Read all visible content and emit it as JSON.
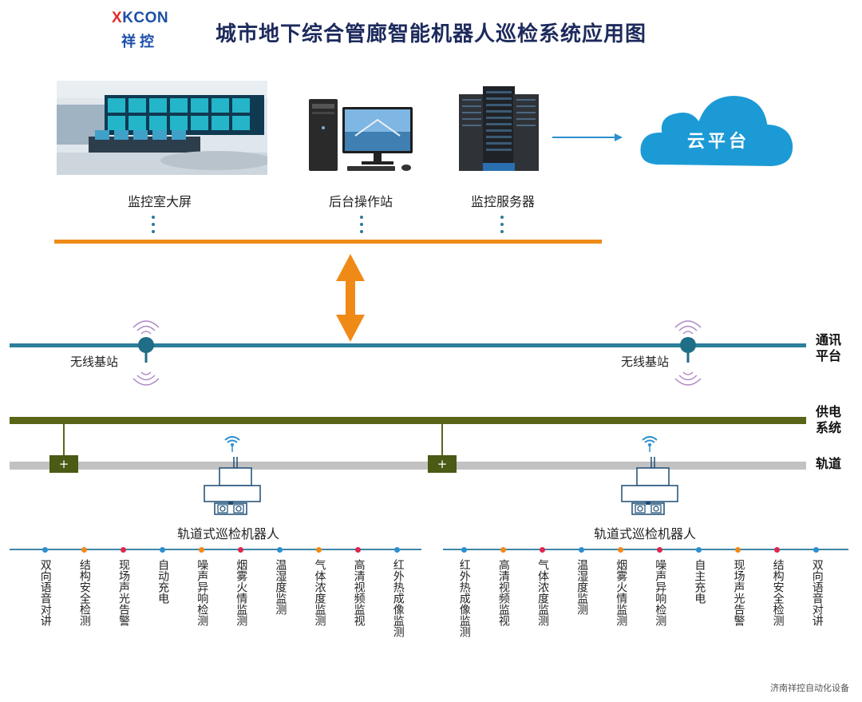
{
  "logo": {
    "brand_x": "X",
    "brand_rest": "KCON",
    "brand_cn": "祥控"
  },
  "title": "城市地下综合管廊智能机器人巡检系统应用图",
  "devices": [
    {
      "label": "监控室大屏",
      "icon": "monitor-room-image"
    },
    {
      "label": "后台操作站",
      "icon": "desktop-computer-icon"
    },
    {
      "label": "监控服务器",
      "icon": "server-rack-icon"
    }
  ],
  "cloud": {
    "label": "云平台",
    "icon": "cloud-icon"
  },
  "layers": {
    "comm": "通讯平台",
    "comm_lines": [
      "通讯",
      "平台"
    ],
    "power_lines": [
      "供电",
      "系统"
    ],
    "rail": "轨道"
  },
  "base_station_label": "无线基站",
  "charger_symbol": "+",
  "robot_label": "轨道式巡检机器人",
  "colors": {
    "orange_bus": "#f08a17",
    "comm_line": "#2b7f9a",
    "power_line": "#5b6518",
    "rail": "#c2c2c2",
    "dot_blue": "#2b8fcf",
    "dot_orange": "#f08a17",
    "dot_red": "#e0264f"
  },
  "features_left": [
    {
      "text": "双向语音对讲",
      "color": "blue"
    },
    {
      "text": "结构安全检测",
      "color": "orange"
    },
    {
      "text": "现场声光告警",
      "color": "red"
    },
    {
      "text": "自动充电",
      "color": "blue"
    },
    {
      "text": "噪声异响检测",
      "color": "orange"
    },
    {
      "text": "烟雾火情监测",
      "color": "red"
    },
    {
      "text": "温湿度监测",
      "color": "blue"
    },
    {
      "text": "气体浓度监测",
      "color": "orange"
    },
    {
      "text": "高清视频监视",
      "color": "red"
    },
    {
      "text": "红外热成像监测",
      "color": "blue"
    }
  ],
  "features_right": [
    {
      "text": "红外热成像监测",
      "color": "blue"
    },
    {
      "text": "高清视频监视",
      "color": "orange"
    },
    {
      "text": "气体浓度监测",
      "color": "red"
    },
    {
      "text": "温湿度监测",
      "color": "blue"
    },
    {
      "text": "烟雾火情监测",
      "color": "orange"
    },
    {
      "text": "噪声异响检测",
      "color": "red"
    },
    {
      "text": "自主充电",
      "color": "blue"
    },
    {
      "text": "现场声光告警",
      "color": "orange"
    },
    {
      "text": "结构安全检测",
      "color": "red"
    },
    {
      "text": "双向语音对讲",
      "color": "blue"
    }
  ],
  "footer": "济南祥控自动化设备"
}
